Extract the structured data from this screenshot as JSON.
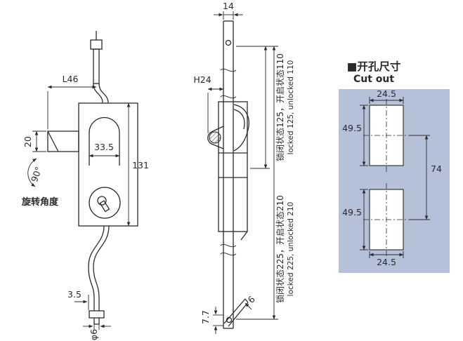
{
  "colors": {
    "line": "#2a2a2a",
    "panel": "#b4c1d8",
    "bg": "#ffffff"
  },
  "front_view": {
    "dim_l46": "L46",
    "dim_20": "20",
    "dim_33_5": "33.5",
    "dim_131": "131",
    "dim_3_5": "3.5",
    "dim_phi6": "φ6",
    "angle": "90°",
    "angle_label": "旋转角度"
  },
  "side_view": {
    "dim_14": "14",
    "dim_h24": "H24",
    "dim_7_7": "7.7",
    "dim_6": "6",
    "upper_cn": "锁闭状态125，开启状态110",
    "upper_en": "locked 125, unlocked 110",
    "lower_cn": "锁闭状态225，开启状态210",
    "lower_en": "locked 225, unlocked 210"
  },
  "cutout": {
    "title_cn": "■开孔尺寸",
    "title_en": "Cut out",
    "top_width": "24.5",
    "top_height": "49.5",
    "center_distance": "74",
    "bottom_height": "49.5",
    "bottom_width": "24.5"
  }
}
